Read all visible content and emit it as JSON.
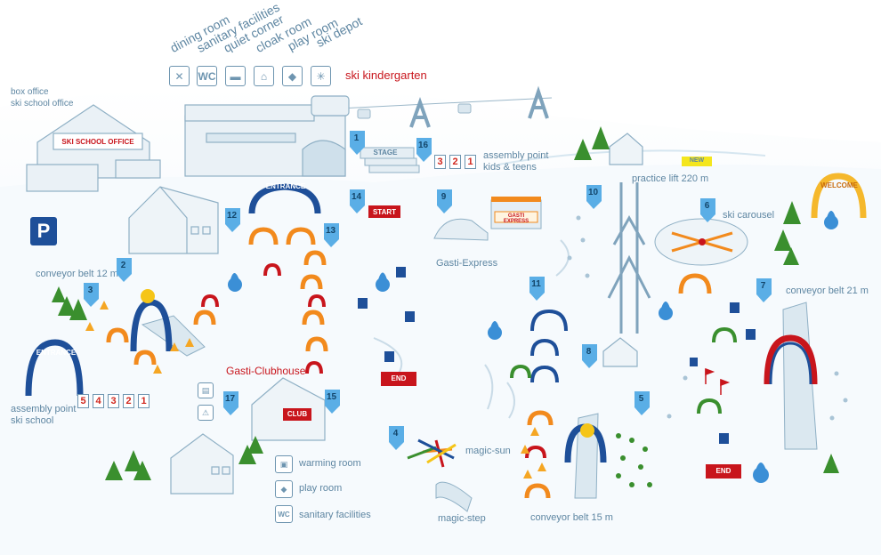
{
  "map_title": "ski kindergarten",
  "kindergarten_facilities": [
    "dining room",
    "sanitary facilities",
    "quiet corner",
    "cloak room",
    "play room",
    "ski depot"
  ],
  "top_icons": [
    "dining-icon",
    "wc-icon",
    "bed-icon",
    "hanger-icon",
    "play-icon",
    "skis-icon"
  ],
  "top_icon_texts": [
    "",
    "WC",
    "",
    "",
    "",
    ""
  ],
  "box_office": [
    "box office",
    "ski school office"
  ],
  "ski_school_sign": "SKI SCHOOL OFFICE",
  "parking": "P",
  "entrance_sign": "ENTRANCE",
  "stage_sign": "STAGE",
  "start_sign": "START",
  "end_sign": "END",
  "club_sign": "CLUB",
  "gasti_express_sign": "GASTI EXPRESS",
  "welcome_sign": "WELCOME",
  "new_badge": "NEW",
  "assembly_kids": [
    "assembly point",
    "kids & teens"
  ],
  "assembly_kids_numbers": [
    "3",
    "2",
    "1"
  ],
  "assembly_school": [
    "assembly point",
    "ski school"
  ],
  "assembly_school_numbers": [
    "5",
    "4",
    "3",
    "2",
    "1"
  ],
  "practice_lift": "practice lift 220 m",
  "ski_carousel": "ski carousel",
  "gasti_express": "Gasti-Express",
  "conveyor_12": "conveyor belt 12 m",
  "conveyor_15": "conveyor belt 15 m",
  "conveyor_21": "conveyor belt 21 m",
  "gasti_clubhouse": "Gasti-Clubhouse",
  "magic_sun": "magic-sun",
  "magic_step": "magic-step",
  "clubhouse_legend": [
    {
      "icon": "warming-room-icon",
      "label": "warming room"
    },
    {
      "icon": "play-room-icon",
      "label": "play room"
    },
    {
      "icon": "wc-icon",
      "icon_text": "WC",
      "label": "sanitary facilities"
    }
  ],
  "markers": [
    "1",
    "2",
    "3",
    "4",
    "5",
    "6",
    "7",
    "8",
    "9",
    "10",
    "11",
    "12",
    "13",
    "14",
    "15",
    "16",
    "17"
  ],
  "colors": {
    "accent_blue": "#1e4f99",
    "label_blue": "#5e86a2",
    "orange": "#f28a1d",
    "red": "#c8151c",
    "tree_green": "#3a8f2e"
  }
}
